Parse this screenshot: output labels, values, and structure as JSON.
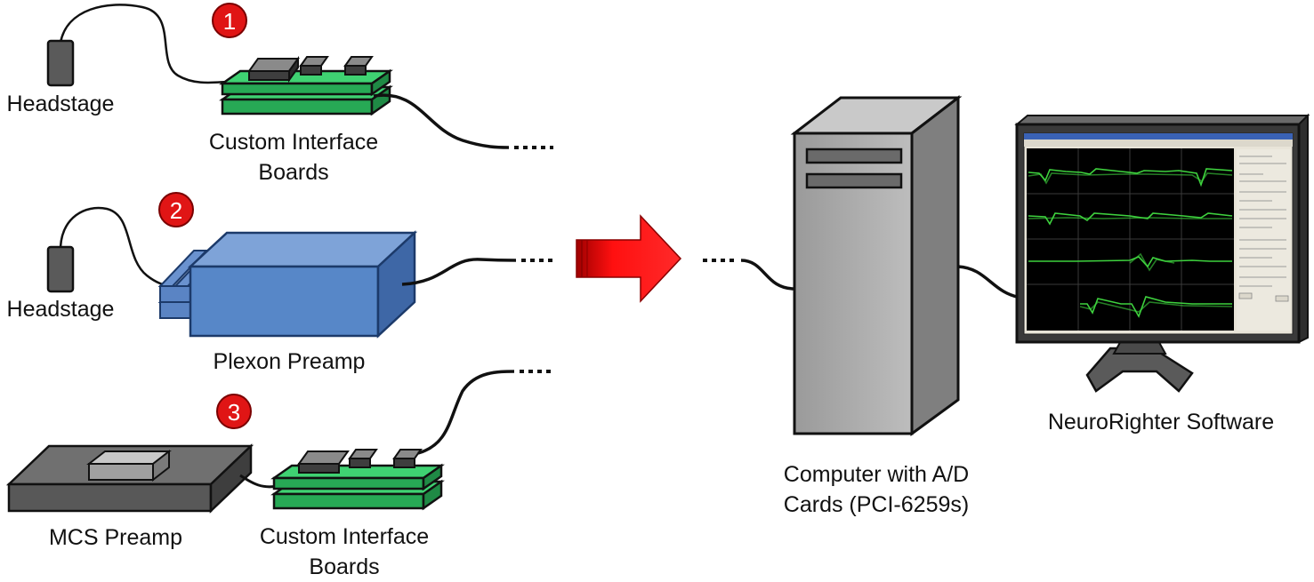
{
  "setups": [
    {
      "number": "1",
      "headstage_label": "Headstage",
      "device_label": [
        "Custom Interface",
        "Boards"
      ]
    },
    {
      "number": "2",
      "headstage_label": "Headstage",
      "device_label": [
        "Plexon Preamp"
      ]
    },
    {
      "number": "3",
      "headstage_label": "MCS Preamp",
      "device_label": [
        "Custom Interface",
        "Boards"
      ]
    }
  ],
  "computer": {
    "label": [
      "Computer with A/D",
      "Cards (PCI-6259s)"
    ]
  },
  "software": {
    "label": "NeuroRighter Software"
  },
  "colors": {
    "board_green": "#2fbf5f",
    "plexon_blue": "#4f7fc0",
    "badge_red": "#e01515",
    "arrow_red": "#ff0000",
    "computer_gray": "#a8a8a8",
    "dark_gray": "#555555"
  }
}
